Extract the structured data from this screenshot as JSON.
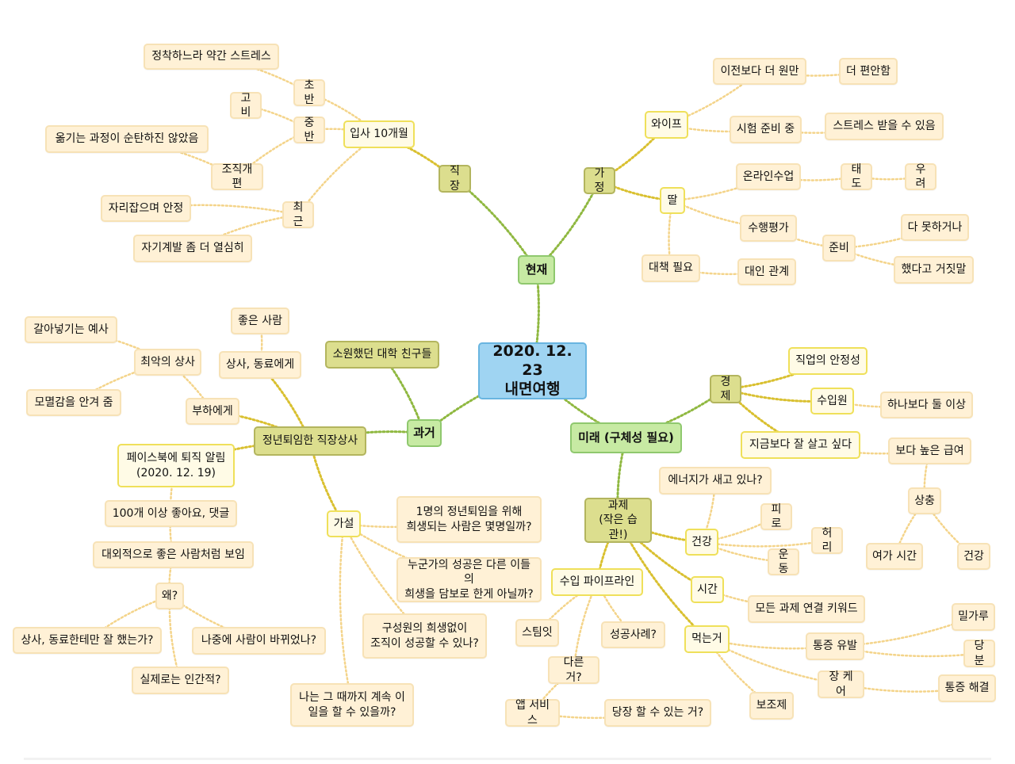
{
  "colors": {
    "center": "#9fd4f2",
    "branch": "#c7eaa3",
    "topic": "#dcde8e",
    "subtopic": "#fffbe6",
    "leaf": "#fff1d6",
    "link_main": "#8fb840",
    "link_topic": "#d9c030",
    "link_leaf": "#f4d48a"
  },
  "nodes": [
    {
      "id": "root",
      "text": "2020. 12. 23\n내면여행",
      "level": "center"
    },
    {
      "id": "now",
      "text": "현재",
      "level": "branch"
    },
    {
      "id": "past",
      "text": "과거",
      "level": "branch"
    },
    {
      "id": "future",
      "text": "미래 (구체성 필요)",
      "level": "branch"
    },
    {
      "id": "work",
      "text": "직장",
      "level": "topic"
    },
    {
      "id": "home",
      "text": "가정",
      "level": "topic"
    },
    {
      "id": "boss",
      "text": "정년퇴임한 직장상사",
      "level": "topic"
    },
    {
      "id": "friends",
      "text": "소원했던 대학 친구들",
      "level": "topic"
    },
    {
      "id": "econ",
      "text": "경제",
      "level": "topic"
    },
    {
      "id": "task",
      "text": "과제\n(작은 습관!)",
      "level": "topic"
    },
    {
      "id": "join",
      "text": "입사 10개월",
      "level": "sub"
    },
    {
      "id": "early",
      "text": "초반",
      "level": "leaf"
    },
    {
      "id": "stress1",
      "text": "정착하느라 약간 스트레스",
      "level": "leaf"
    },
    {
      "id": "mid",
      "text": "중반",
      "level": "leaf"
    },
    {
      "id": "gobi",
      "text": "고비",
      "level": "leaf"
    },
    {
      "id": "move",
      "text": "옮기는 과정이 순탄하진 않았음",
      "level": "leaf"
    },
    {
      "id": "reorg",
      "text": "조직개편",
      "level": "leaf"
    },
    {
      "id": "recent",
      "text": "최근",
      "level": "leaf"
    },
    {
      "id": "settle",
      "text": "자리잡으며 안정",
      "level": "leaf"
    },
    {
      "id": "selfdev",
      "text": "자기계발 좀 더 열심히",
      "level": "leaf"
    },
    {
      "id": "wife",
      "text": "와이프",
      "level": "sub"
    },
    {
      "id": "wife1",
      "text": "이전보다 더 원만",
      "level": "leaf"
    },
    {
      "id": "wife1a",
      "text": "더 편안함",
      "level": "leaf"
    },
    {
      "id": "wife2",
      "text": "시험 준비 중",
      "level": "leaf"
    },
    {
      "id": "wife2a",
      "text": "스트레스 받을 수 있음",
      "level": "leaf"
    },
    {
      "id": "daughter",
      "text": "딸",
      "level": "sub"
    },
    {
      "id": "online",
      "text": "온라인수업",
      "level": "leaf"
    },
    {
      "id": "attitude",
      "text": "태도",
      "level": "leaf"
    },
    {
      "id": "worry",
      "text": "우려",
      "level": "leaf"
    },
    {
      "id": "perf",
      "text": "수행평가",
      "level": "leaf"
    },
    {
      "id": "prep",
      "text": "준비",
      "level": "leaf"
    },
    {
      "id": "prep1",
      "text": "다 못하거나",
      "level": "leaf"
    },
    {
      "id": "prep2",
      "text": "했다고 거짓말",
      "level": "leaf"
    },
    {
      "id": "plan",
      "text": "대책 필요",
      "level": "leaf"
    },
    {
      "id": "relation",
      "text": "대인 관계",
      "level": "leaf"
    },
    {
      "id": "good",
      "text": "좋은 사람",
      "level": "leaf"
    },
    {
      "id": "topeers",
      "text": "상사, 동료에게",
      "level": "leaf"
    },
    {
      "id": "worstboss",
      "text": "최악의 상사",
      "level": "leaf"
    },
    {
      "id": "worst1",
      "text": "갈아넣기는 예사",
      "level": "leaf"
    },
    {
      "id": "worst2",
      "text": "모멸감을 안겨 줌",
      "level": "leaf"
    },
    {
      "id": "tosub",
      "text": "부하에게",
      "level": "leaf"
    },
    {
      "id": "fb",
      "text": "페이스북에 퇴직 알림\n(2020. 12. 19)",
      "level": "sub"
    },
    {
      "id": "likes",
      "text": "100개 이상 좋아요, 댓글",
      "level": "leaf"
    },
    {
      "id": "seem",
      "text": "대외적으로 좋은 사람처럼 보임",
      "level": "leaf"
    },
    {
      "id": "why",
      "text": "왜?",
      "level": "leaf"
    },
    {
      "id": "why1",
      "text": "상사, 동료한테만 잘 했는가?",
      "level": "leaf"
    },
    {
      "id": "why2",
      "text": "나중에 사람이 바뀌었나?",
      "level": "leaf"
    },
    {
      "id": "why3",
      "text": "실제로는 인간적?",
      "level": "leaf"
    },
    {
      "id": "hypo",
      "text": "가설",
      "level": "sub"
    },
    {
      "id": "hypo1",
      "text": "1명의 정년퇴임을 위해\n희생되는 사람은 몇명일까?",
      "level": "leaf"
    },
    {
      "id": "hypo2",
      "text": "누군가의 성공은 다른 이들의\n희생을 담보로 한게 아닐까?",
      "level": "leaf"
    },
    {
      "id": "hypo3",
      "text": "구성원의 희생없이\n조직이 성공할 수 있나?",
      "level": "leaf"
    },
    {
      "id": "hypo4",
      "text": "나는 그 때까지 계속 이\n일을 할 수 있을까?",
      "level": "leaf"
    },
    {
      "id": "stable",
      "text": "직업의 안정성",
      "level": "sub"
    },
    {
      "id": "income",
      "text": "수입원",
      "level": "sub"
    },
    {
      "id": "income1",
      "text": "하나보다 둘 이상",
      "level": "leaf"
    },
    {
      "id": "better",
      "text": "지금보다 잘 살고 싶다",
      "level": "sub"
    },
    {
      "id": "pay",
      "text": "보다 높은 급여",
      "level": "leaf"
    },
    {
      "id": "conflict",
      "text": "상충",
      "level": "leaf"
    },
    {
      "id": "spare",
      "text": "여가 시간",
      "level": "leaf"
    },
    {
      "id": "health2",
      "text": "건강",
      "level": "leaf"
    },
    {
      "id": "health",
      "text": "건강",
      "level": "sub"
    },
    {
      "id": "energy",
      "text": "에너지가 새고 있나?",
      "level": "leaf"
    },
    {
      "id": "tired",
      "text": "피로",
      "level": "leaf"
    },
    {
      "id": "waist",
      "text": "허리",
      "level": "leaf"
    },
    {
      "id": "exercise",
      "text": "운동",
      "level": "leaf"
    },
    {
      "id": "time",
      "text": "시간",
      "level": "sub"
    },
    {
      "id": "keyword",
      "text": "모든 과제 연결 키워드",
      "level": "leaf"
    },
    {
      "id": "pipeline",
      "text": "수입 파이프라인",
      "level": "sub"
    },
    {
      "id": "steemit",
      "text": "스팀잇",
      "level": "leaf"
    },
    {
      "id": "cases",
      "text": "성공사례?",
      "level": "leaf"
    },
    {
      "id": "other",
      "text": "다른 거?",
      "level": "leaf"
    },
    {
      "id": "app",
      "text": "앱 서비스",
      "level": "leaf"
    },
    {
      "id": "now_do",
      "text": "당장 할 수 있는 거?",
      "level": "leaf"
    },
    {
      "id": "food",
      "text": "먹는거",
      "level": "sub"
    },
    {
      "id": "pain",
      "text": "통증 유발",
      "level": "leaf"
    },
    {
      "id": "flour",
      "text": "밀가루",
      "level": "leaf"
    },
    {
      "id": "sugar",
      "text": "당분",
      "level": "leaf"
    },
    {
      "id": "gut",
      "text": "장 케어",
      "level": "leaf"
    },
    {
      "id": "relief",
      "text": "통증 해결",
      "level": "leaf"
    },
    {
      "id": "supp",
      "text": "보조제",
      "level": "leaf"
    }
  ],
  "links": [
    [
      "root",
      "now",
      "main"
    ],
    [
      "root",
      "past",
      "main"
    ],
    [
      "root",
      "future",
      "main"
    ],
    [
      "now",
      "work",
      "main"
    ],
    [
      "now",
      "home",
      "main"
    ],
    [
      "past",
      "boss",
      "main"
    ],
    [
      "past",
      "friends",
      "main"
    ],
    [
      "future",
      "econ",
      "main"
    ],
    [
      "future",
      "task",
      "main"
    ],
    [
      "work",
      "join",
      "topic"
    ],
    [
      "join",
      "early",
      "leaf"
    ],
    [
      "early",
      "stress1",
      "leaf"
    ],
    [
      "join",
      "mid",
      "leaf"
    ],
    [
      "mid",
      "gobi",
      "leaf"
    ],
    [
      "mid",
      "reorg",
      "leaf"
    ],
    [
      "reorg",
      "move",
      "leaf"
    ],
    [
      "join",
      "recent",
      "leaf"
    ],
    [
      "recent",
      "settle",
      "leaf"
    ],
    [
      "recent",
      "selfdev",
      "leaf"
    ],
    [
      "home",
      "wife",
      "topic"
    ],
    [
      "wife",
      "wife1",
      "leaf"
    ],
    [
      "wife1",
      "wife1a",
      "leaf"
    ],
    [
      "wife",
      "wife2",
      "leaf"
    ],
    [
      "wife2",
      "wife2a",
      "leaf"
    ],
    [
      "home",
      "daughter",
      "topic"
    ],
    [
      "daughter",
      "online",
      "leaf"
    ],
    [
      "online",
      "attitude",
      "leaf"
    ],
    [
      "attitude",
      "worry",
      "leaf"
    ],
    [
      "daughter",
      "perf",
      "leaf"
    ],
    [
      "perf",
      "prep",
      "leaf"
    ],
    [
      "prep",
      "prep1",
      "leaf"
    ],
    [
      "prep",
      "prep2",
      "leaf"
    ],
    [
      "daughter",
      "plan",
      "leaf"
    ],
    [
      "plan",
      "relation",
      "leaf"
    ],
    [
      "boss",
      "topeers",
      "topic"
    ],
    [
      "topeers",
      "good",
      "leaf"
    ],
    [
      "boss",
      "tosub",
      "topic"
    ],
    [
      "tosub",
      "worstboss",
      "leaf"
    ],
    [
      "worstboss",
      "worst1",
      "leaf"
    ],
    [
      "worstboss",
      "worst2",
      "leaf"
    ],
    [
      "boss",
      "fb",
      "topic"
    ],
    [
      "fb",
      "likes",
      "leaf"
    ],
    [
      "likes",
      "seem",
      "leaf"
    ],
    [
      "seem",
      "why",
      "leaf"
    ],
    [
      "why",
      "why1",
      "leaf"
    ],
    [
      "why",
      "why2",
      "leaf"
    ],
    [
      "why",
      "why3",
      "leaf"
    ],
    [
      "boss",
      "hypo",
      "topic"
    ],
    [
      "hypo",
      "hypo1",
      "leaf"
    ],
    [
      "hypo",
      "hypo2",
      "leaf"
    ],
    [
      "hypo",
      "hypo3",
      "leaf"
    ],
    [
      "hypo",
      "hypo4",
      "leaf"
    ],
    [
      "econ",
      "stable",
      "topic"
    ],
    [
      "econ",
      "income",
      "topic"
    ],
    [
      "income",
      "income1",
      "leaf"
    ],
    [
      "econ",
      "better",
      "topic"
    ],
    [
      "better",
      "pay",
      "leaf"
    ],
    [
      "pay",
      "conflict",
      "leaf"
    ],
    [
      "conflict",
      "spare",
      "leaf"
    ],
    [
      "conflict",
      "health2",
      "leaf"
    ],
    [
      "task",
      "health",
      "topic"
    ],
    [
      "health",
      "energy",
      "leaf"
    ],
    [
      "health",
      "tired",
      "leaf"
    ],
    [
      "health",
      "waist",
      "leaf"
    ],
    [
      "health",
      "exercise",
      "leaf"
    ],
    [
      "task",
      "time",
      "topic"
    ],
    [
      "time",
      "keyword",
      "leaf"
    ],
    [
      "task",
      "pipeline",
      "topic"
    ],
    [
      "pipeline",
      "steemit",
      "leaf"
    ],
    [
      "pipeline",
      "cases",
      "leaf"
    ],
    [
      "pipeline",
      "other",
      "leaf"
    ],
    [
      "other",
      "app",
      "leaf"
    ],
    [
      "app",
      "now_do",
      "leaf"
    ],
    [
      "task",
      "food",
      "topic"
    ],
    [
      "food",
      "pain",
      "leaf"
    ],
    [
      "pain",
      "flour",
      "leaf"
    ],
    [
      "pain",
      "sugar",
      "leaf"
    ],
    [
      "food",
      "gut",
      "leaf"
    ],
    [
      "gut",
      "relief",
      "leaf"
    ],
    [
      "food",
      "supp",
      "leaf"
    ]
  ]
}
